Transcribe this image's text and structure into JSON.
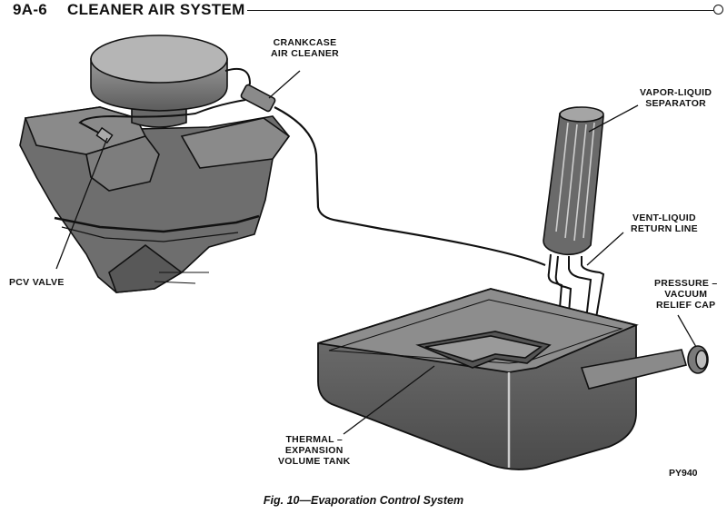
{
  "header": {
    "code": "9A-6",
    "title": "CLEANER AIR SYSTEM"
  },
  "labels": {
    "crankcase_air_cleaner": [
      "CRANKCASE",
      "AIR CLEANER"
    ],
    "vapor_liquid_separator": [
      "VAPOR-LIQUID",
      "SEPARATOR"
    ],
    "vent_liquid_return_line": [
      "VENT-LIQUID",
      "RETURN LINE"
    ],
    "pressure_vacuum_relief_cap": [
      "PRESSURE –",
      "VACUUM",
      "RELIEF CAP"
    ],
    "pcv_valve": [
      "PCV VALVE"
    ],
    "thermal_expansion_volume_tank": [
      "THERMAL –",
      "EXPANSION",
      "VOLUME TANK"
    ]
  },
  "figure_code": "PY940",
  "caption": "Fig. 10—Evaporation Control System"
}
